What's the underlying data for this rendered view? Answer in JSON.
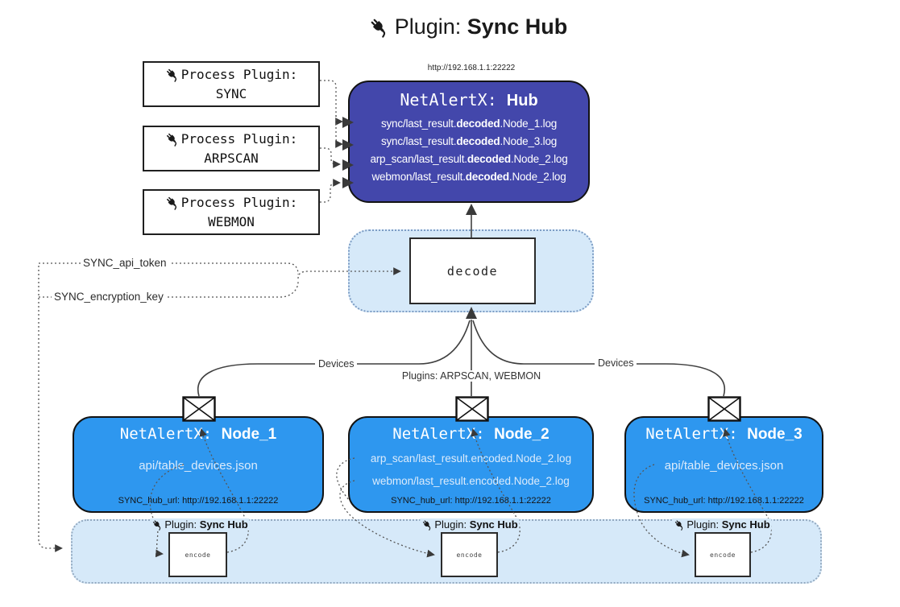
{
  "colors": {
    "hub_bg": "#4347ab",
    "node_bg": "#2e97ef",
    "band_bg": "#d6e9f9",
    "band_border": "#7c9cc4",
    "line_color": "#3a3a3a"
  },
  "title": {
    "prefix": "Plugin: ",
    "bold": "Sync Hub"
  },
  "hub": {
    "url": "http://192.168.1.1:22222",
    "name_prefix": "NetAlertX: ",
    "name_bold": "Hub",
    "lines": [
      {
        "pre": "sync/last_result.",
        "bold": "decoded",
        "post": ".Node_1.log"
      },
      {
        "pre": "sync/last_result.",
        "bold": "decoded",
        "post": ".Node_3.log"
      },
      {
        "pre": "arp_scan/last_result.",
        "bold": "decoded",
        "post": ".Node_2.log"
      },
      {
        "pre": "webmon/last_result.",
        "bold": "decoded",
        "post": ".Node_2.log"
      }
    ]
  },
  "process_plugins": [
    {
      "label": "Process Plugin:",
      "name": "SYNC"
    },
    {
      "label": "Process Plugin:",
      "name": "ARPSCAN"
    },
    {
      "label": "Process Plugin:",
      "name": "WEBMON"
    }
  ],
  "decode_label": "decode",
  "config_labels": {
    "api_token": "SYNC_api_token",
    "encryption_key": "SYNC_encryption_key"
  },
  "edge_labels": {
    "devices_left": "Devices",
    "devices_right": "Devices",
    "plugins_mid": "Plugins: ARPSCAN, WEBMON"
  },
  "nodes": [
    {
      "name_prefix": "NetAlertX: ",
      "name_bold": "Node_1",
      "lines": [
        "api/table_devices.json"
      ],
      "hub_url": "SYNC_hub_url: http://192.168.1.1:22222"
    },
    {
      "name_prefix": "NetAlertX: ",
      "name_bold": "Node_2",
      "lines": [
        "arp_scan/last_result.encoded.Node_2.log",
        "webmon/last_result.encoded.Node_2.log"
      ],
      "hub_url": "SYNC_hub_url: http://192.168.1.1:22222"
    },
    {
      "name_prefix": "NetAlertX: ",
      "name_bold": "Node_3",
      "lines": [
        "api/table_devices.json"
      ],
      "hub_url": "SYNC_hub_url: http://192.168.1.1:22222"
    }
  ],
  "encoders": [
    {
      "label_prefix": "Plugin: ",
      "label_bold": "Sync Hub",
      "box_label": "encode"
    },
    {
      "label_prefix": "Plugin: ",
      "label_bold": "Sync Hub",
      "box_label": "encode"
    },
    {
      "label_prefix": "Plugin: ",
      "label_bold": "Sync Hub",
      "box_label": "encode"
    }
  ]
}
